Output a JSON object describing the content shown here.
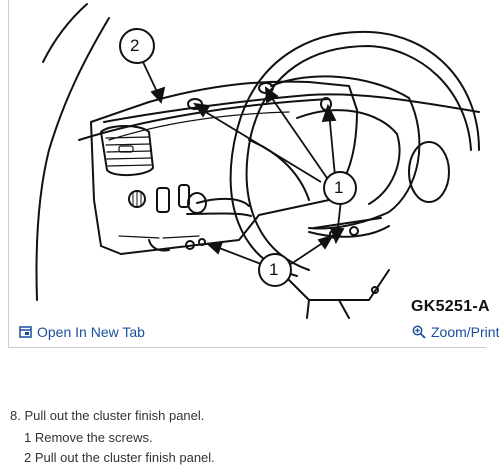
{
  "figure": {
    "code": "GK5251-A",
    "callouts": [
      "2",
      "1",
      "1"
    ],
    "icons": {
      "open": "open-in-new-tab-icon",
      "zoom": "magnifier-plus-icon"
    }
  },
  "toolbar": {
    "open_label": "Open In New Tab",
    "zoom_label": "Zoom/Print"
  },
  "instructions": {
    "step": "8. Pull out the cluster finish panel.",
    "substeps": [
      "1  Remove the screws.",
      "2  Pull out the cluster finish panel."
    ]
  },
  "colors": {
    "link": "#1a4fa0",
    "border": "#cccccc"
  }
}
